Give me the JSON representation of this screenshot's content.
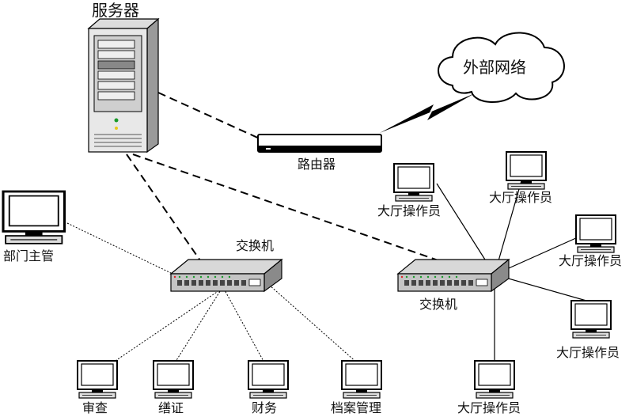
{
  "nodes": {
    "server": "服务器",
    "external_network": "外部网络",
    "router": "路由器",
    "switch_left": "交换机",
    "switch_right": "交换机",
    "dept_manager": "部门主管",
    "audit": "审查",
    "certification": "缮证",
    "finance": "财务",
    "archive_mgmt": "档案管理",
    "hall_operators": [
      "大厅操作员",
      "大厅操作员",
      "大厅操作员",
      "大厅操作员",
      "大厅操作员"
    ]
  }
}
